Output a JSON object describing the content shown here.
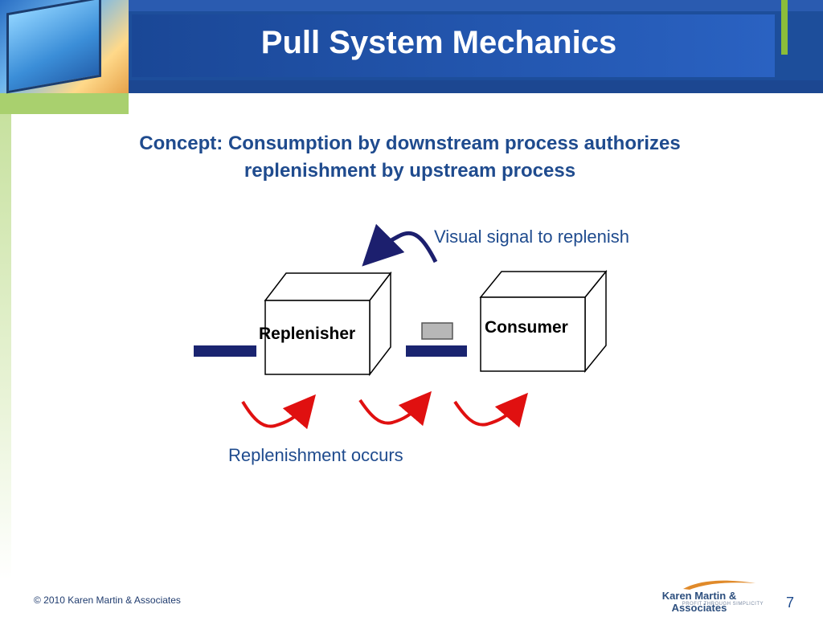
{
  "slide": {
    "title": "Pull System Mechanics",
    "concept_line1": "Concept: Consumption by downstream process authorizes",
    "concept_line2": "replenishment by upstream process"
  },
  "diagram": {
    "signal_label": "Visual signal to replenish",
    "replenishment_label": "Replenishment occurs",
    "replenisher_label": "Replenisher",
    "consumer_label": "Consumer"
  },
  "footer": {
    "copyright": "© 2010 Karen Martin & Associates",
    "page_number": "7",
    "logo_name": "Karen Martin & Associates",
    "logo_tagline": "PROFIT THROUGH SIMPLICITY"
  },
  "colors": {
    "header_blue": "#1d4e9b",
    "accent_green": "#8bbd3a",
    "text_blue": "#1f4b8e",
    "signal_arrow": "#1c1f6e",
    "flow_arrow": "#e01010",
    "kanban_bar": "#1a2470",
    "kanban_card": "#b7b7b7"
  }
}
